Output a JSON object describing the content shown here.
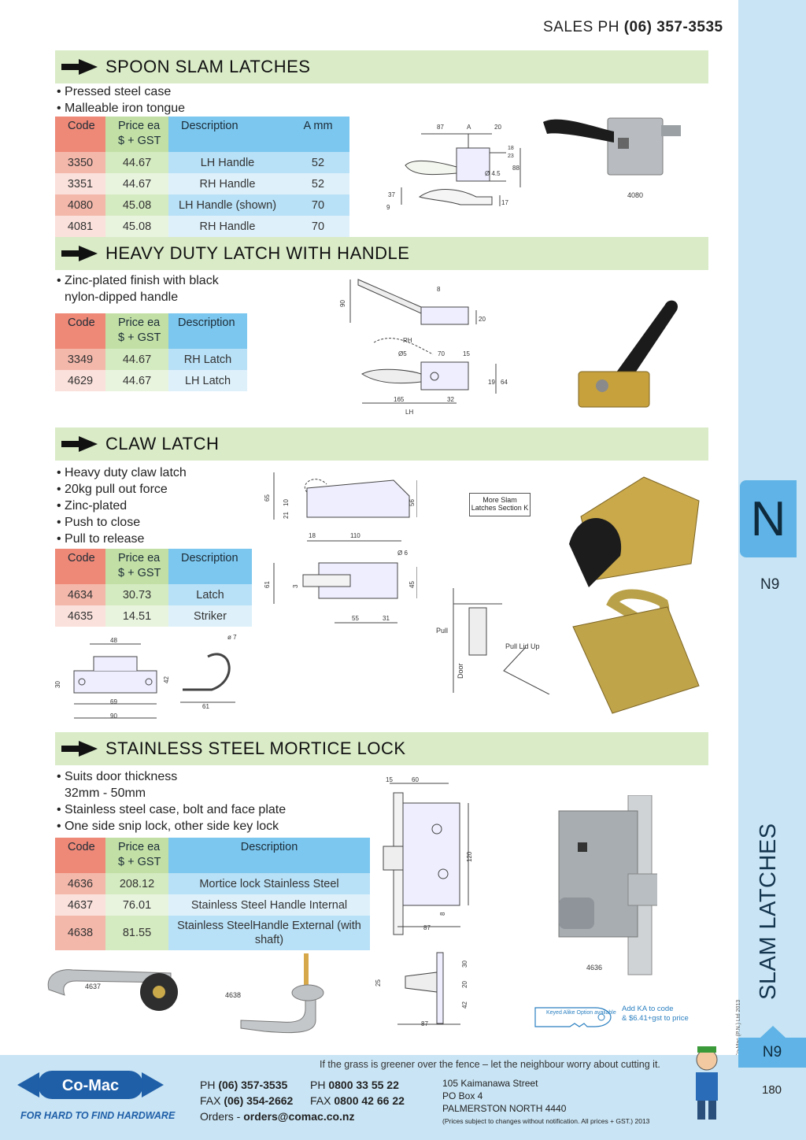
{
  "header": {
    "sales_label": "SALES  PH",
    "sales_phone": "(06) 357-3535"
  },
  "side_tab": {
    "letter": "N",
    "page_code": "N9",
    "section_title": "SLAM LATCHES",
    "copyright": "© Co-Mac (P.N.) Ltd 2013"
  },
  "sections": {
    "spoon": {
      "title": "SPOON SLAM LATCHES",
      "bullets": [
        "• Pressed steel case",
        "• Malleable iron tongue"
      ],
      "headers": {
        "code": "Code",
        "price": "Price ea $ + GST",
        "desc": "Description",
        "a": "A mm"
      },
      "rows": [
        {
          "code": "3350",
          "price": "44.67",
          "desc": "LH Handle",
          "a": "52"
        },
        {
          "code": "3351",
          "price": "44.67",
          "desc": "RH Handle",
          "a": "52"
        },
        {
          "code": "4080",
          "price": "45.08",
          "desc": "LH Handle (shown)",
          "a": "70"
        },
        {
          "code": "4081",
          "price": "45.08",
          "desc": "RH Handle",
          "a": "70"
        }
      ],
      "photo_label": "4080",
      "dims": {
        "d87": "87",
        "dA": "A",
        "d20": "20",
        "d23": "23",
        "d18": "18",
        "d88": "88",
        "d45": "Ø 4.5",
        "d9": "9",
        "d37": "37",
        "d17": "17"
      }
    },
    "heavy": {
      "title": "HEAVY DUTY LATCH WITH HANDLE",
      "bullets": [
        "• Zinc-plated finish with black",
        "nylon-dipped handle"
      ],
      "headers": {
        "code": "Code",
        "price": "Price ea $ + GST",
        "desc": "Description"
      },
      "rows": [
        {
          "code": "3349",
          "price": "44.67",
          "desc": "RH Latch"
        },
        {
          "code": "4629",
          "price": "44.67",
          "desc": "LH Latch"
        }
      ],
      "dims": {
        "d90": "90",
        "d8": "8",
        "d20": "20",
        "rh": "RH",
        "d5": "Ø5",
        "d70": "70",
        "d15": "15",
        "d19": "19",
        "d64": "64",
        "d165": "165",
        "d32": "32",
        "lh": "LH"
      }
    },
    "claw": {
      "title": "CLAW LATCH",
      "bullets": [
        "• Heavy duty claw latch",
        "• 20kg pull out force",
        "• Zinc-plated",
        "• Push to close",
        "• Pull to release"
      ],
      "headers": {
        "code": "Code",
        "price": "Price ea $ + GST",
        "desc": "Description"
      },
      "rows": [
        {
          "code": "4634",
          "price": "30.73",
          "desc": "Latch"
        },
        {
          "code": "4635",
          "price": "14.51",
          "desc": "Striker"
        }
      ],
      "more_box": "More Slam Latches Section K",
      "dims": {
        "d65": "65",
        "d10": "10",
        "d21": "21",
        "d56": "56",
        "d18": "18",
        "d110": "110",
        "d6": "Ø 6",
        "d61": "61",
        "d3": "3",
        "d45": "45",
        "d55": "55",
        "d31": "31",
        "d48": "48",
        "d7": "ø 7",
        "d30": "30",
        "d42": "42",
        "d69": "69",
        "d90": "90",
        "d61b": "61",
        "pull": "Pull",
        "door": "Door",
        "pull_lid": "Pull Lid Up"
      }
    },
    "mortice": {
      "title": "STAINLESS STEEL MORTICE LOCK",
      "bullets": [
        "• Suits door thickness",
        "32mm - 50mm",
        "• Stainless steel case, bolt and face plate",
        "• One side snip lock, other side key lock"
      ],
      "headers": {
        "code": "Code",
        "price": "Price ea $ + GST",
        "desc": "Description"
      },
      "rows": [
        {
          "code": "4636",
          "price": "208.12",
          "desc": "Mortice lock Stainless Steel"
        },
        {
          "code": "4637",
          "price": "76.01",
          "desc": "Stainless Steel Handle Internal"
        },
        {
          "code": "4638",
          "price": "81.55",
          "desc": "Stainless SteelHandle External (with shaft)"
        }
      ],
      "labels": {
        "p4637": "4637",
        "p4638": "4638",
        "p4636": "4636"
      },
      "dims": {
        "d15": "15",
        "d60": "60",
        "d120": "120",
        "d8": "8",
        "d87": "87",
        "d25": "25",
        "d30": "30",
        "d20": "20",
        "d42": "42",
        "d87b": "87"
      },
      "ka_key": "Keyed Alike Option available",
      "ka_note_1": "Add KA to code",
      "ka_note_2": "& $6.41+gst to price"
    }
  },
  "footer": {
    "tagline": "If the grass is greener over the fence – let the neighbour worry about cutting it.",
    "logo": "Co-Mac",
    "slogan": "FOR HARD TO FIND HARDWARE",
    "ph_label": "PH",
    "ph": "(06) 357-3535",
    "fax_label": "FAX",
    "fax": "(06) 354-2662",
    "ph2_label": "PH",
    "ph2": "0800 33 55 22",
    "fax2_label": "FAX",
    "fax2": "0800 42 66 22",
    "orders_label": "Orders -",
    "orders": "orders@comac.co.nz",
    "addr1": "105 Kaimanawa Street",
    "addr2": "PO Box 4",
    "addr3": "PALMERSTON NORTH 4440",
    "note": "(Prices subject to changes without notification.  All prices + GST.)  2013",
    "page_code": "N9",
    "page_number": "180"
  }
}
